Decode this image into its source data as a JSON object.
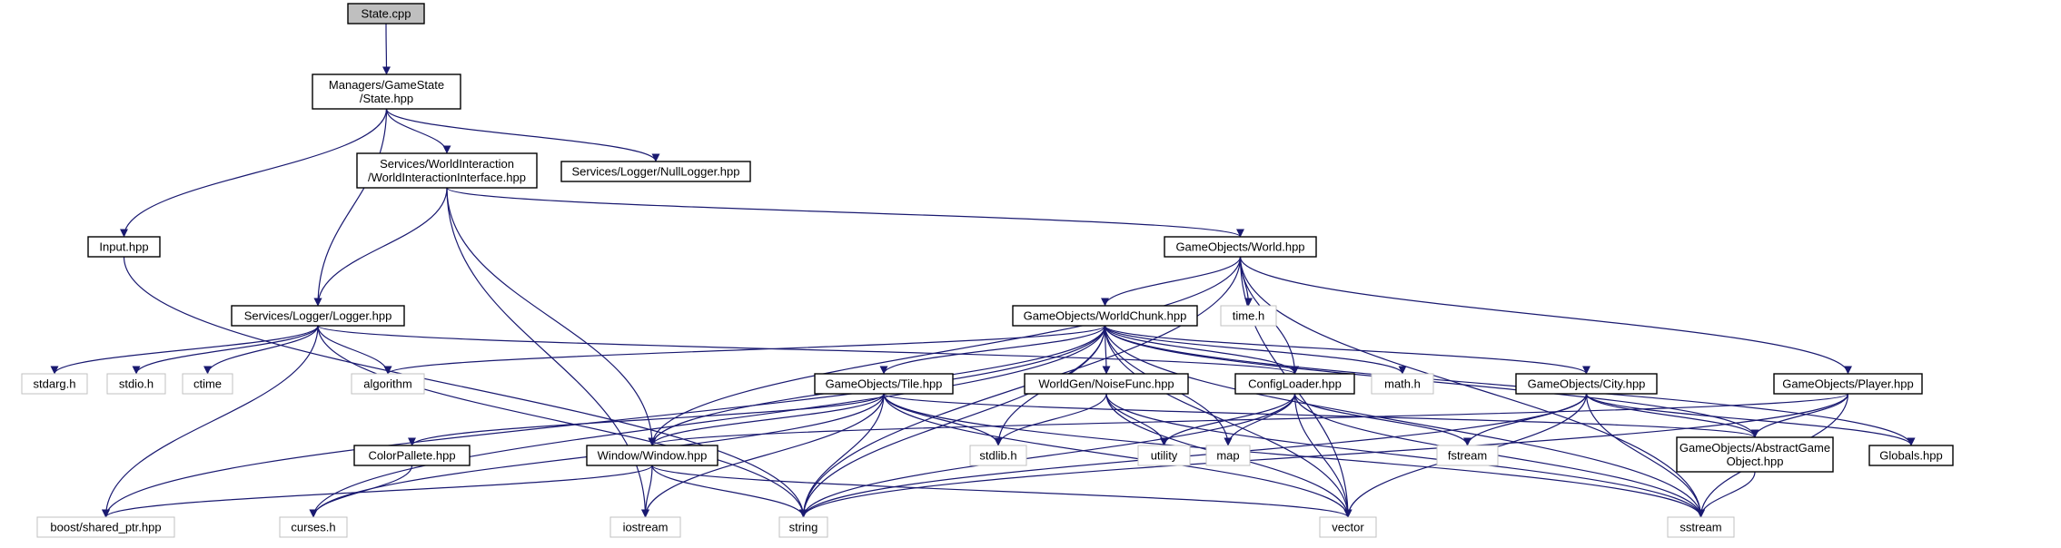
{
  "colors": {
    "edge": "#191970",
    "root_fill": "#bfbfbf",
    "border_documented": "#000000",
    "border_undocumented": "#c0c0c0"
  },
  "graph": {
    "nodes": {
      "state_cpp": {
        "label": [
          "State.cpp"
        ],
        "style": "root"
      },
      "state_hpp": {
        "label": [
          "Managers/GameState",
          "/State.hpp"
        ],
        "style": "documented"
      },
      "wii_hpp": {
        "label": [
          "Services/WorldInteraction",
          "/WorldInteractionInterface.hpp"
        ],
        "style": "documented"
      },
      "nulllogger_hpp": {
        "label": [
          "Services/Logger/NullLogger.hpp"
        ],
        "style": "documented"
      },
      "input_hpp": {
        "label": [
          "Input.hpp"
        ],
        "style": "documented"
      },
      "world_hpp": {
        "label": [
          "GameObjects/World.hpp"
        ],
        "style": "documented"
      },
      "logger_hpp": {
        "label": [
          "Services/Logger/Logger.hpp"
        ],
        "style": "documented"
      },
      "time_h": {
        "label": [
          "time.h"
        ],
        "style": "system"
      },
      "worldchunk_hpp": {
        "label": [
          "GameObjects/WorldChunk.hpp"
        ],
        "style": "documented"
      },
      "stdarg_h": {
        "label": [
          "stdarg.h"
        ],
        "style": "system"
      },
      "stdio_h": {
        "label": [
          "stdio.h"
        ],
        "style": "system"
      },
      "ctime": {
        "label": [
          "ctime"
        ],
        "style": "system"
      },
      "algorithm": {
        "label": [
          "algorithm"
        ],
        "style": "system"
      },
      "tile_hpp": {
        "label": [
          "GameObjects/Tile.hpp"
        ],
        "style": "documented"
      },
      "noisefunc_hpp": {
        "label": [
          "WorldGen/NoiseFunc.hpp"
        ],
        "style": "documented"
      },
      "configloader_hpp": {
        "label": [
          "ConfigLoader.hpp"
        ],
        "style": "documented"
      },
      "math_h": {
        "label": [
          "math.h"
        ],
        "style": "system"
      },
      "city_hpp": {
        "label": [
          "GameObjects/City.hpp"
        ],
        "style": "documented"
      },
      "player_hpp": {
        "label": [
          "GameObjects/Player.hpp"
        ],
        "style": "documented"
      },
      "colorpallete_hpp": {
        "label": [
          "ColorPallete.hpp"
        ],
        "style": "documented"
      },
      "window_hpp": {
        "label": [
          "Window/Window.hpp"
        ],
        "style": "documented"
      },
      "stdlib_h": {
        "label": [
          "stdlib.h"
        ],
        "style": "system"
      },
      "utility": {
        "label": [
          "utility"
        ],
        "style": "system"
      },
      "map": {
        "label": [
          "map"
        ],
        "style": "system"
      },
      "fstream": {
        "label": [
          "fstream"
        ],
        "style": "system"
      },
      "ago_hpp": {
        "label": [
          "GameObjects/AbstractGame",
          "Object.hpp"
        ],
        "style": "documented"
      },
      "globals_hpp": {
        "label": [
          "Globals.hpp"
        ],
        "style": "documented"
      },
      "shared_ptr_hpp": {
        "label": [
          "boost/shared_ptr.hpp"
        ],
        "style": "system"
      },
      "curses_h": {
        "label": [
          "curses.h"
        ],
        "style": "system"
      },
      "iostream": {
        "label": [
          "iostream"
        ],
        "style": "system"
      },
      "string": {
        "label": [
          "string"
        ],
        "style": "system"
      },
      "vector": {
        "label": [
          "vector"
        ],
        "style": "system"
      },
      "sstream": {
        "label": [
          "sstream"
        ],
        "style": "system"
      }
    },
    "edges": [
      [
        "state_cpp",
        "state_hpp"
      ],
      [
        "state_hpp",
        "input_hpp"
      ],
      [
        "state_hpp",
        "logger_hpp"
      ],
      [
        "state_hpp",
        "wii_hpp"
      ],
      [
        "state_hpp",
        "nulllogger_hpp"
      ],
      [
        "input_hpp",
        "string"
      ],
      [
        "wii_hpp",
        "logger_hpp"
      ],
      [
        "wii_hpp",
        "world_hpp"
      ],
      [
        "wii_hpp",
        "window_hpp"
      ],
      [
        "wii_hpp",
        "iostream"
      ],
      [
        "logger_hpp",
        "stdarg_h"
      ],
      [
        "logger_hpp",
        "stdio_h"
      ],
      [
        "logger_hpp",
        "ctime"
      ],
      [
        "logger_hpp",
        "algorithm"
      ],
      [
        "logger_hpp",
        "shared_ptr_hpp"
      ],
      [
        "logger_hpp",
        "string"
      ],
      [
        "logger_hpp",
        "configloader_hpp"
      ],
      [
        "world_hpp",
        "time_h"
      ],
      [
        "world_hpp",
        "worldchunk_hpp"
      ],
      [
        "world_hpp",
        "configloader_hpp"
      ],
      [
        "world_hpp",
        "player_hpp"
      ],
      [
        "world_hpp",
        "string"
      ],
      [
        "world_hpp",
        "window_hpp"
      ],
      [
        "world_hpp",
        "vector"
      ],
      [
        "world_hpp",
        "sstream"
      ],
      [
        "worldchunk_hpp",
        "algorithm"
      ],
      [
        "worldchunk_hpp",
        "tile_hpp"
      ],
      [
        "worldchunk_hpp",
        "noisefunc_hpp"
      ],
      [
        "worldchunk_hpp",
        "configloader_hpp"
      ],
      [
        "worldchunk_hpp",
        "math_h"
      ],
      [
        "worldchunk_hpp",
        "city_hpp"
      ],
      [
        "worldchunk_hpp",
        "window_hpp"
      ],
      [
        "worldchunk_hpp",
        "string"
      ],
      [
        "worldchunk_hpp",
        "stdlib_h"
      ],
      [
        "worldchunk_hpp",
        "map"
      ],
      [
        "worldchunk_hpp",
        "vector"
      ],
      [
        "worldchunk_hpp",
        "sstream"
      ],
      [
        "worldchunk_hpp",
        "ago_hpp"
      ],
      [
        "worldchunk_hpp",
        "globals_hpp"
      ],
      [
        "worldchunk_hpp",
        "curses_h"
      ],
      [
        "worldchunk_hpp",
        "shared_ptr_hpp"
      ],
      [
        "tile_hpp",
        "colorpallete_hpp"
      ],
      [
        "tile_hpp",
        "window_hpp"
      ],
      [
        "tile_hpp",
        "stdlib_h"
      ],
      [
        "tile_hpp",
        "ago_hpp"
      ],
      [
        "tile_hpp",
        "curses_h"
      ],
      [
        "tile_hpp",
        "iostream"
      ],
      [
        "tile_hpp",
        "string"
      ],
      [
        "tile_hpp",
        "vector"
      ],
      [
        "tile_hpp",
        "sstream"
      ],
      [
        "noisefunc_hpp",
        "stdlib_h"
      ],
      [
        "noisefunc_hpp",
        "utility"
      ],
      [
        "noisefunc_hpp",
        "vector"
      ],
      [
        "noisefunc_hpp",
        "sstream"
      ],
      [
        "configloader_hpp",
        "utility"
      ],
      [
        "configloader_hpp",
        "map"
      ],
      [
        "configloader_hpp",
        "fstream"
      ],
      [
        "configloader_hpp",
        "string"
      ],
      [
        "configloader_hpp",
        "vector"
      ],
      [
        "configloader_hpp",
        "sstream"
      ],
      [
        "city_hpp",
        "fstream"
      ],
      [
        "city_hpp",
        "ago_hpp"
      ],
      [
        "city_hpp",
        "globals_hpp"
      ],
      [
        "city_hpp",
        "string"
      ],
      [
        "city_hpp",
        "vector"
      ],
      [
        "city_hpp",
        "sstream"
      ],
      [
        "player_hpp",
        "window_hpp"
      ],
      [
        "player_hpp",
        "ago_hpp"
      ],
      [
        "player_hpp",
        "string"
      ],
      [
        "player_hpp",
        "sstream"
      ],
      [
        "colorpallete_hpp",
        "curses_h"
      ],
      [
        "window_hpp",
        "shared_ptr_hpp"
      ],
      [
        "window_hpp",
        "iostream"
      ],
      [
        "window_hpp",
        "string"
      ],
      [
        "window_hpp",
        "vector"
      ],
      [
        "ago_hpp",
        "sstream"
      ]
    ]
  }
}
